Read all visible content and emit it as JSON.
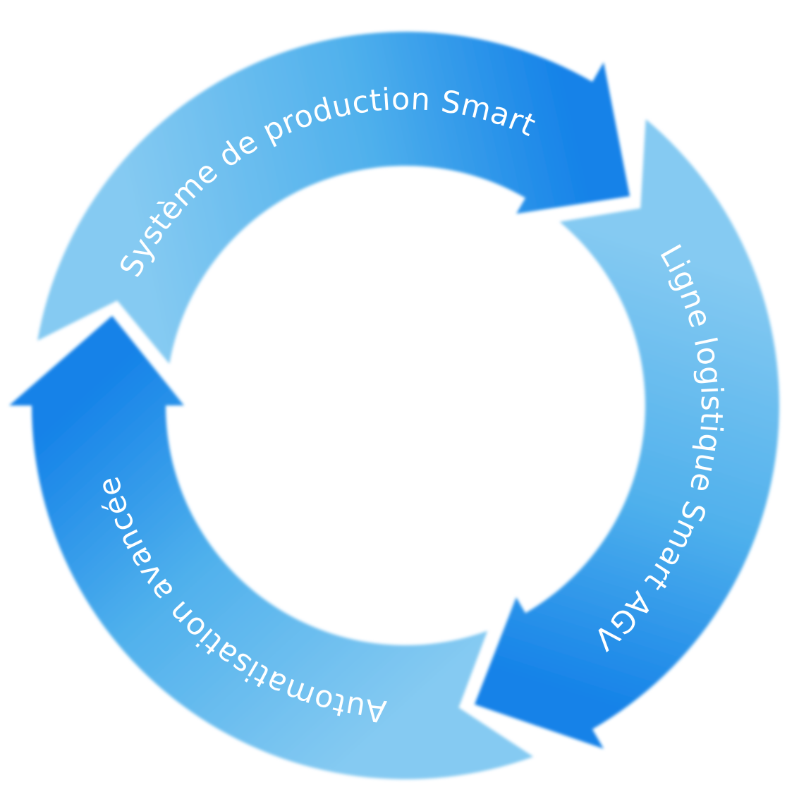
{
  "diagram": {
    "type": "cycle",
    "direction": "clockwise",
    "steps": [
      {
        "label": "Système de production Smart"
      },
      {
        "label": "Ligne logistique Smart AGV"
      },
      {
        "label": "Automatisation avancée"
      }
    ],
    "colors": {
      "light": "#85caf2",
      "dark": "#1582e8",
      "text": "#ffffff"
    }
  }
}
